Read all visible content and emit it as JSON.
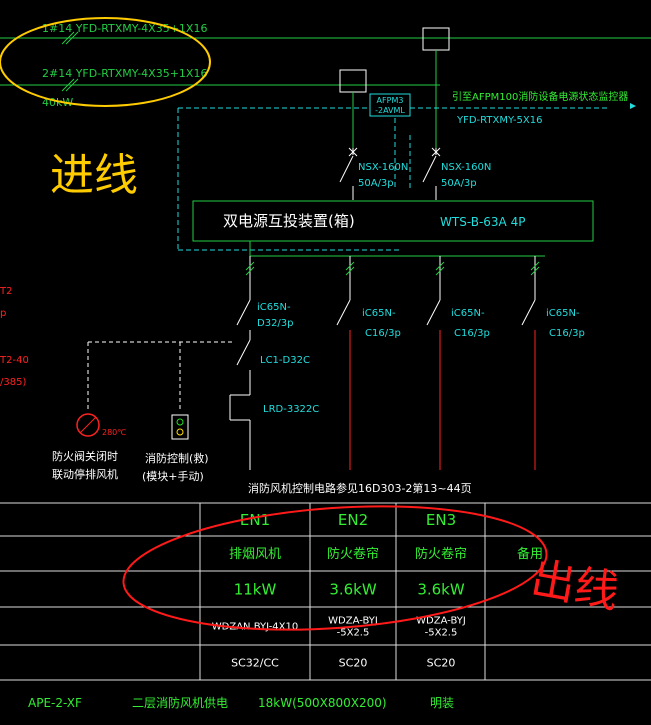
{
  "colors": {
    "background": "#000000",
    "wire_green": "#22cc44",
    "label_green": "#33ee33",
    "cyan": "#22dddd",
    "white": "#ffffff",
    "red_wire": "#ff2222",
    "yellow_ink": "#ffcc00",
    "red_ink": "#ff1a1a",
    "table_grid": "#dddddd"
  },
  "feeders": {
    "line1": "1#14 YFD-RTXMY-4X35+1X16",
    "line2": "2#14 YFD-RTXMY-4X35+1X16",
    "power": "40kW"
  },
  "afpm": {
    "line1": "AFPM3",
    "line2": "-2AVML"
  },
  "fire_monitor": {
    "label": "引至AFPM100消防设备电源状态监控器",
    "cable": "YFD-RTXMY-5X16"
  },
  "incomers": [
    {
      "model": "NSX-160N",
      "rating": "50A/3p"
    },
    {
      "model": "NSX-160N",
      "rating": "50A/3p"
    }
  ],
  "ats": {
    "name": "双电源互投装置(箱)",
    "model": "WTS-B-63A 4P"
  },
  "branches": [
    {
      "model": "iC65N-",
      "rating": "D32/3p"
    },
    {
      "model": "iC65N-",
      "rating": "C16/3p"
    },
    {
      "model": "iC65N-",
      "rating": "C16/3p"
    },
    {
      "model": "iC65N-",
      "rating": "C16/3p"
    }
  ],
  "contactor": "LC1-D32C",
  "thermal_relay": "LRD-3322C",
  "left_fragments": [
    "T2",
    "p",
    "T2-40",
    "/385)"
  ],
  "devices": {
    "damper": {
      "temp": "280℃",
      "label1": "防火阀关闭时",
      "label2": "联动停排风机"
    },
    "control": {
      "label1": "消防控制(救)",
      "label2": "(模块+手动)"
    }
  },
  "note": "消防风机控制电路参见16D303-2第13~44页",
  "table": {
    "rows": [
      [
        "",
        "EN1",
        "EN2",
        "EN3",
        ""
      ],
      [
        "",
        "排烟风机",
        "防火卷帘",
        "防火卷帘",
        "备用"
      ],
      [
        "",
        "11kW",
        "3.6kW",
        "3.6kW",
        ""
      ],
      [
        "",
        "WDZAN BYJ-4X10",
        "WDZA-BYJ\n-5X2.5",
        "WDZA-BYJ\n-5X2.5",
        ""
      ],
      [
        "",
        "SC32/CC",
        "SC20",
        "SC20",
        ""
      ]
    ]
  },
  "footer": {
    "id": "APE-2-XF",
    "desc": "二层消防风机供电",
    "spec": "18kW(500X800X200)",
    "install": "明装"
  },
  "annotations": {
    "incoming": "进线",
    "outgoing": "出线"
  }
}
